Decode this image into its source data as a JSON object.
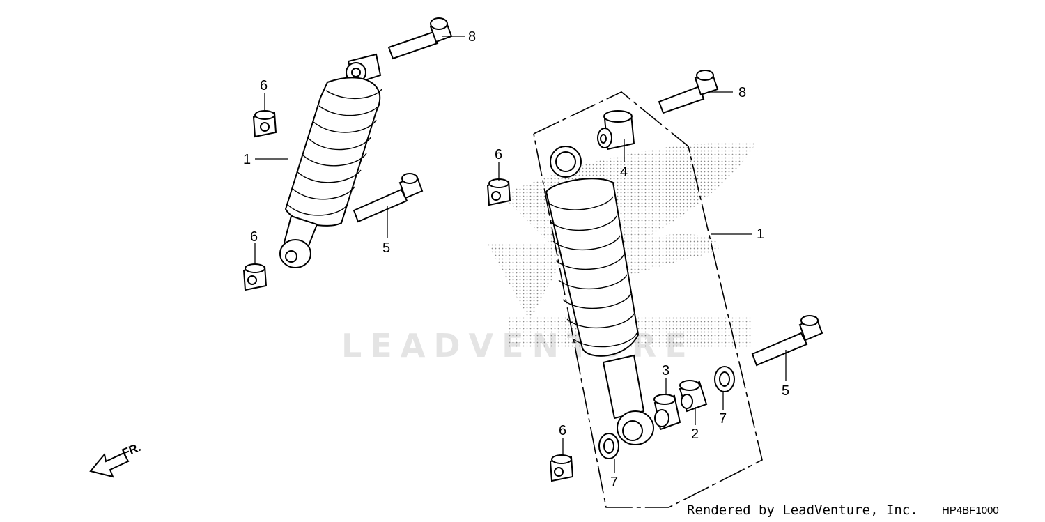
{
  "watermark": {
    "brand_text": "LEADVENTURE",
    "logo": "honda-wing-logo"
  },
  "callouts": [
    {
      "id": "c8a",
      "text": "8"
    },
    {
      "id": "c6a",
      "text": "6"
    },
    {
      "id": "c1a",
      "text": "1"
    },
    {
      "id": "c6b",
      "text": "6"
    },
    {
      "id": "c5a",
      "text": "5"
    },
    {
      "id": "c8b",
      "text": "8"
    },
    {
      "id": "c6c",
      "text": "6"
    },
    {
      "id": "c4",
      "text": "4"
    },
    {
      "id": "c1b",
      "text": "1"
    },
    {
      "id": "c3",
      "text": "3"
    },
    {
      "id": "c2",
      "text": "2"
    },
    {
      "id": "c7a",
      "text": "7"
    },
    {
      "id": "c5b",
      "text": "5"
    },
    {
      "id": "c6d",
      "text": "6"
    },
    {
      "id": "c7b",
      "text": "7"
    }
  ],
  "direction_indicator": {
    "label": "FR.",
    "icon": "front-arrow-icon"
  },
  "footer": {
    "rendered_by": "Rendered by LeadVenture, Inc.",
    "diagram_code": "HP4BF1000"
  }
}
